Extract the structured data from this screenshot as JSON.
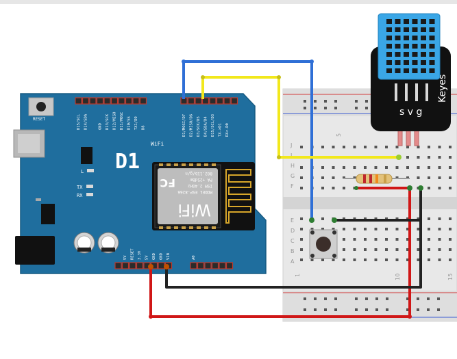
{
  "board": {
    "logo": "D1",
    "wifi_label": "WiFi",
    "reset_label": "RESET",
    "led_l": "L",
    "led_tx": "TX",
    "led_rx": "RX",
    "top_pins": [
      "D15/SCL",
      "D14/SDA",
      "",
      "GND",
      "D13/SCK",
      "D12/MISO",
      "D11/MOSI",
      "D10/SS",
      "TX1/D9",
      "D8"
    ],
    "top_pins_right": [
      "D1/MOSI/D7",
      "D2/MISO/D6",
      "D3/SCK/D5",
      "D4/SDA/D4",
      "D15/SCL/D3",
      "TX->D1",
      "RX<-D0"
    ],
    "bottom_pins": [
      "5V",
      "RESET",
      "3.3V",
      "5V",
      "GND",
      "GND",
      "VIN"
    ],
    "bottom_pins_right": [
      "A0"
    ]
  },
  "module": {
    "wifi_text": "WiFi",
    "model": "MODEL ESP-8266",
    "freq": "ISM 2.4GHz",
    "power": "PA +25dBm",
    "standard": "802.11b/g/n",
    "fc": "FC"
  },
  "sensor": {
    "brand": "Keyes",
    "pins": "s v g"
  },
  "breadboard": {
    "rows_top": [
      "J",
      "I",
      "H",
      "G",
      "F"
    ],
    "rows_bottom": [
      "E",
      "D",
      "C",
      "B",
      "A"
    ],
    "col_numbers": [
      "1",
      "5",
      "10",
      "15"
    ]
  },
  "colors": {
    "board": "#1f6e9e",
    "sensor": "#3aa6e6",
    "wire_blue": "#2f6fd6",
    "wire_yellow": "#f2e81c",
    "wire_red": "#d01717",
    "wire_black": "#222222"
  }
}
